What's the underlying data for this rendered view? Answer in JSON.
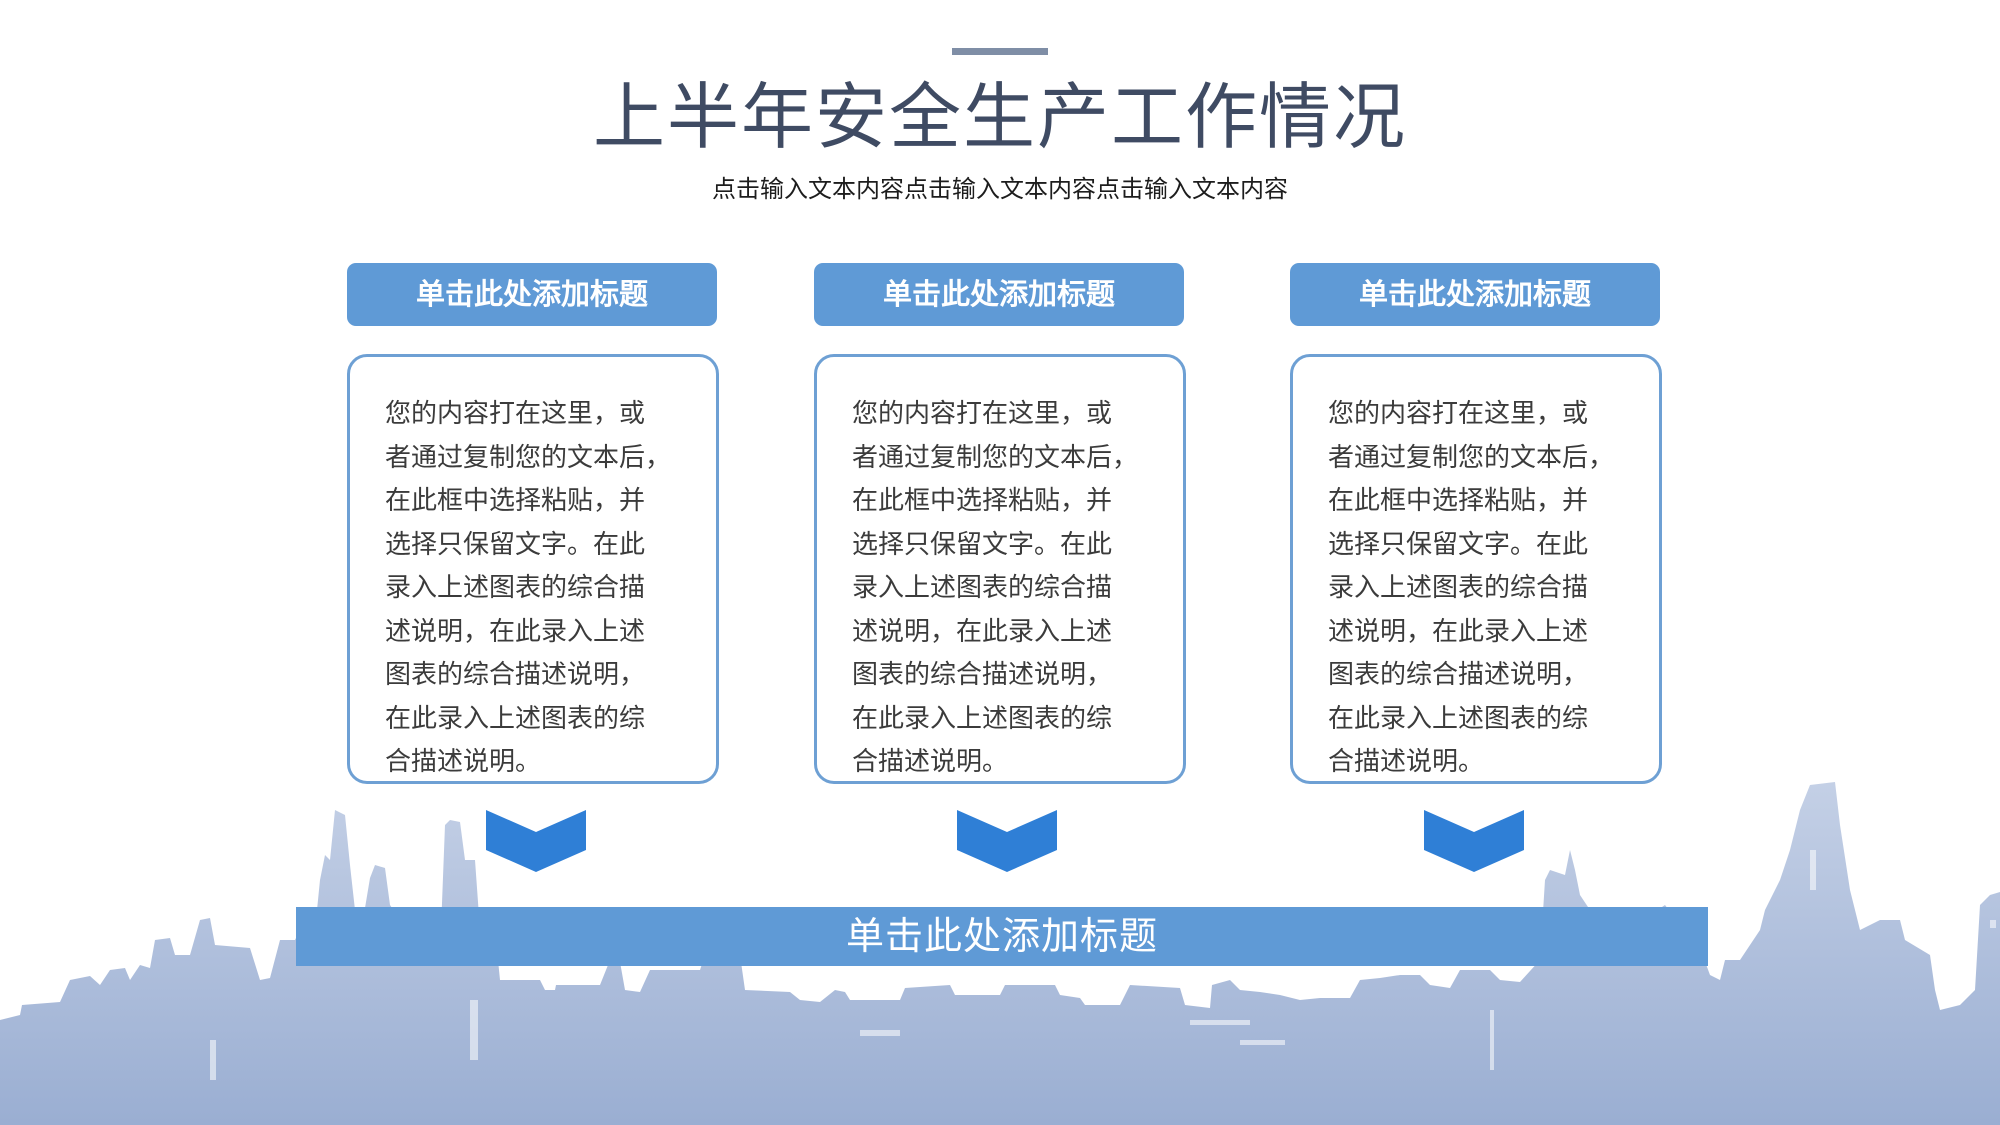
{
  "slide": {
    "title": "上半年安全生产工作情况",
    "subtitle": "点击输入文本内容点击输入文本内容点击输入文本内容"
  },
  "columns": [
    {
      "header": "单击此处添加标题",
      "body": "您的内容打在这里，或\n者通过复制您的文本后，\n在此框中选择粘贴，并\n选择只保留文字。在此\n录入上述图表的综合描\n述说明，在此录入上述\n图表的综合描述说明，\n在此录入上述图表的综\n合描述说明。"
    },
    {
      "header": "单击此处添加标题",
      "body": "您的内容打在这里，或\n者通过复制您的文本后，\n在此框中选择粘贴，并\n选择只保留文字。在此\n录入上述图表的综合描\n述说明，在此录入上述\n图表的综合描述说明，\n在此录入上述图表的综\n合描述说明。"
    },
    {
      "header": "单击此处添加标题",
      "body": "您的内容打在这里，或\n者通过复制您的文本后，\n在此框中选择粘贴，并\n选择只保留文字。在此\n录入上述图表的综合描\n述说明，在此录入上述\n图表的综合描述说明，\n在此录入上述图表的综\n合描述说明。"
    }
  ],
  "bottom_bar": {
    "label": "单击此处添加标题"
  },
  "icons": {
    "chevron": "chevron-down-icon",
    "background": "city-skyline"
  },
  "colors": {
    "accent_blue": "#5f9ad6",
    "chevron_blue": "#2f7fd6",
    "card_border": "#6ea0d4",
    "title_text": "#3f4b63",
    "skyline": "#a9b9d6"
  }
}
